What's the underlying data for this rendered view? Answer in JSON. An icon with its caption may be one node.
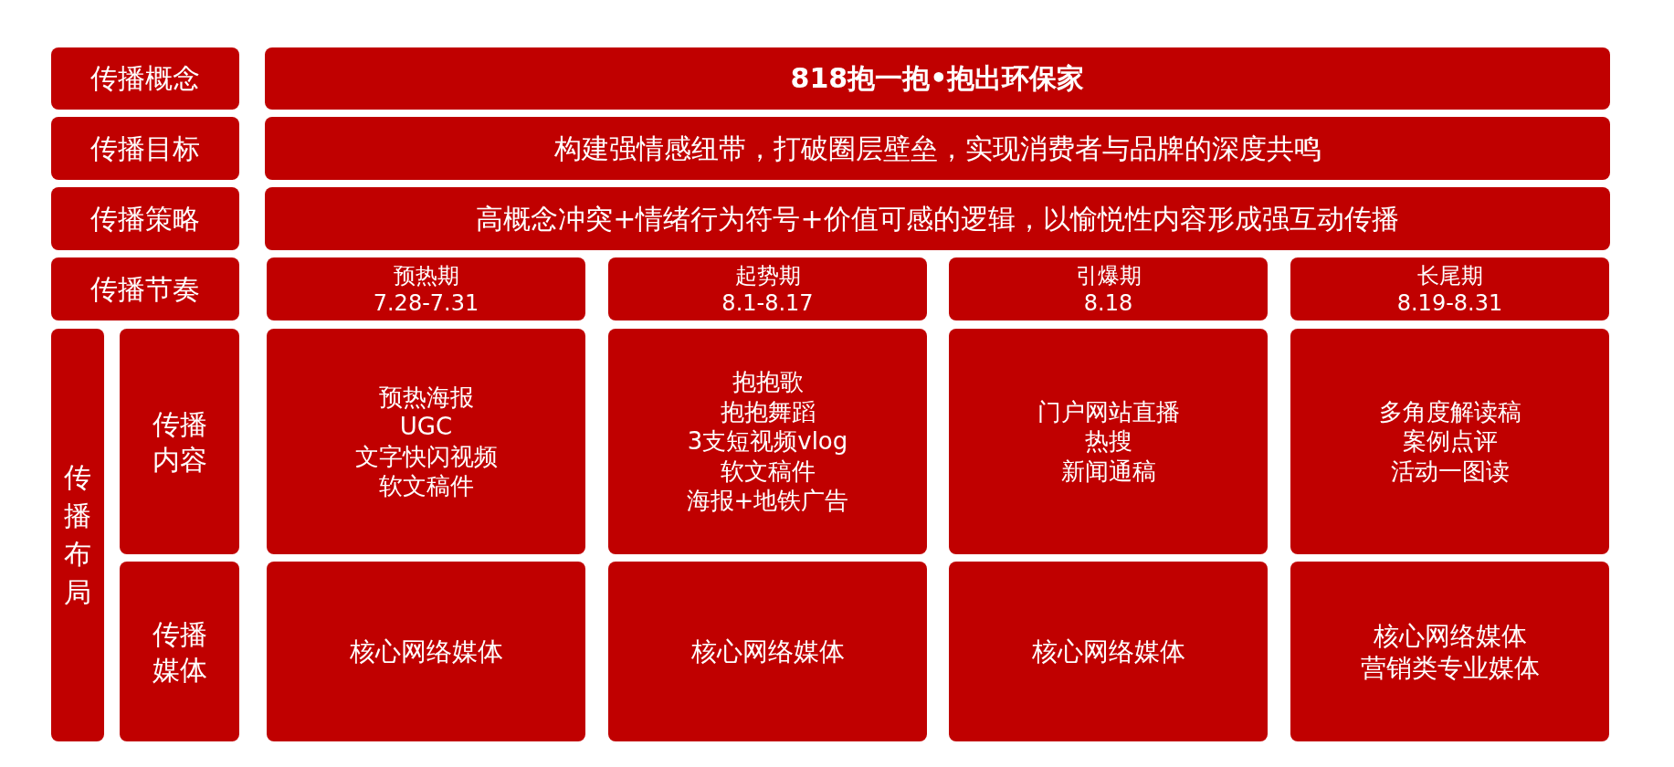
{
  "diagram": {
    "nodes": [
      {
        "text": [
          "传播概念"
        ]
      },
      {
        "text": [
          "818抱一抱•抱出环保家"
        ]
      },
      {
        "text": [
          "传播目标"
        ]
      },
      {
        "text": [
          "构建强情感纽带，打破圈层壁垒，实现消费者与品牌的深度共鸣"
        ]
      },
      {
        "text": [
          "传播策略"
        ]
      },
      {
        "text": [
          "高概念冲突+情绪行为符号+价值可感的逻辑，以愉悦性内容形成强互动传播"
        ]
      },
      {
        "text": [
          "传播节奏"
        ]
      },
      {
        "text": [
          "预热期",
          "7.28-7.31"
        ]
      },
      {
        "text": [
          "起势期",
          "8.1-8.17"
        ]
      },
      {
        "text": [
          "引爆期",
          "8.18"
        ]
      },
      {
        "text": [
          "长尾期",
          "8.19-8.31"
        ]
      },
      {
        "text": [
          "传播布局"
        ]
      },
      {
        "text": [
          "传播内容"
        ]
      },
      {
        "text": [
          "预热海报",
          "UGC",
          "文字快闪视频",
          "软文稿件"
        ]
      },
      {
        "text": [
          "抱抱歌",
          "抱抱舞蹈",
          "3支短视频vlog",
          "软文稿件",
          "海报+地铁广告"
        ]
      },
      {
        "text": [
          "门户网站直播",
          "热搜",
          "新闻通稿"
        ]
      },
      {
        "text": [
          "多角度解读稿",
          "案例点评",
          "活动一图读"
        ]
      },
      {
        "text": [
          "传播媒体"
        ]
      },
      {
        "text": [
          "核心网络媒体"
        ]
      },
      {
        "text": [
          "核心网络媒体"
        ]
      },
      {
        "text": [
          "核心网络媒体"
        ]
      },
      {
        "text": [
          "核心网络媒体",
          "营销类专业媒体"
        ]
      }
    ]
  }
}
